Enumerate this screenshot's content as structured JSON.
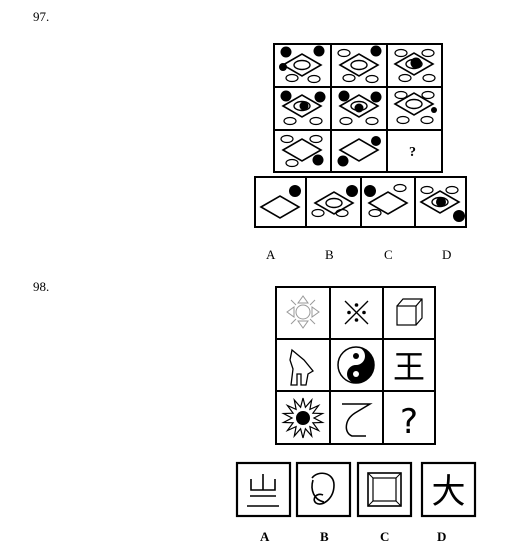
{
  "q97": {
    "number": "97.",
    "question_mark": "?",
    "option_labels": [
      "A",
      "B",
      "C",
      "D"
    ]
  },
  "q98": {
    "number": "98.",
    "question_mark": "?",
    "grid_chars": [
      "王"
    ],
    "option_chars": [
      "大"
    ],
    "option_labels": [
      "A",
      "B",
      "C",
      "D"
    ]
  }
}
